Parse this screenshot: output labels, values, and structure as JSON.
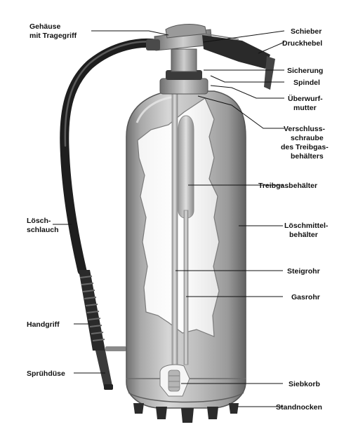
{
  "labels": {
    "gehaeuse_1": "Gehäuse",
    "gehaeuse_2": "mit Tragegriff",
    "schieber": "Schieber",
    "druckhebel": "Druckhebel",
    "sicherung": "Sicherung",
    "spindel": "Spindel",
    "ueberwurf_1": "Überwurf-",
    "ueberwurf_2": "mutter",
    "verschluss_1": "Verschluss-",
    "verschluss_2": "schraube",
    "verschluss_3": "des Treibgas-",
    "verschluss_4": "behälters",
    "treibgas": "Treibgasbehälter",
    "loeschmittel_1": "Löschmittel-",
    "loeschmittel_2": "behälter",
    "steigrohr": "Steigrohr",
    "gasrohr": "Gasrohr",
    "siebkorb": "Siebkorb",
    "standnocken": "Standnocken",
    "loeschschlauch_1": "Lösch-",
    "loeschschlauch_2": "schlauch",
    "handgriff": "Handgriff",
    "spruehduese": "Sprühdüse"
  }
}
